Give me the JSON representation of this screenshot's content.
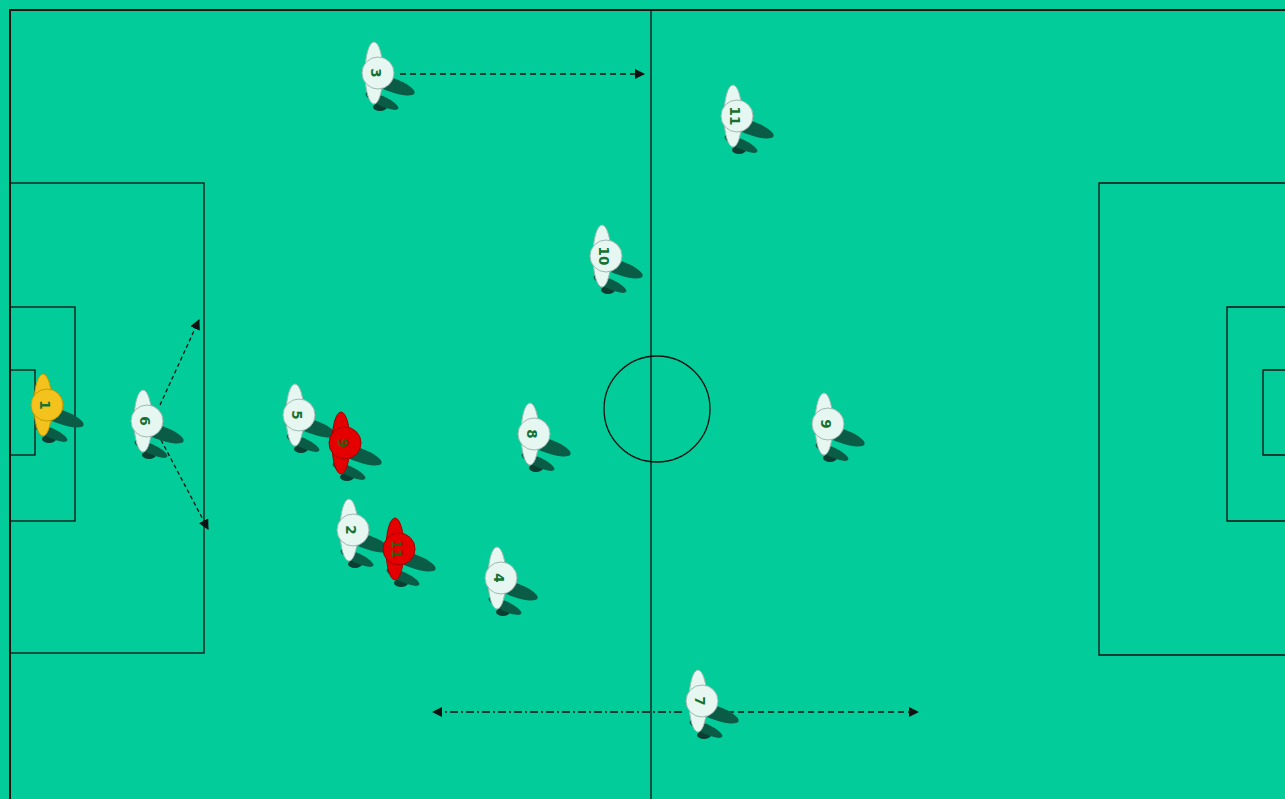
{
  "diagram": {
    "nodes": [
      {
        "text": [
          "3"
        ]
      },
      {
        "text": [
          "11"
        ]
      },
      {
        "text": [
          "10"
        ]
      },
      {
        "text": [
          "1"
        ]
      },
      {
        "text": [
          "6"
        ]
      },
      {
        "text": [
          "5"
        ]
      },
      {
        "text": [
          "9"
        ]
      },
      {
        "text": [
          "8"
        ]
      },
      {
        "text": [
          "9"
        ]
      },
      {
        "text": [
          "2"
        ]
      },
      {
        "text": [
          "11"
        ]
      },
      {
        "text": [
          "4"
        ]
      },
      {
        "text": [
          "7"
        ]
      }
    ]
  }
}
